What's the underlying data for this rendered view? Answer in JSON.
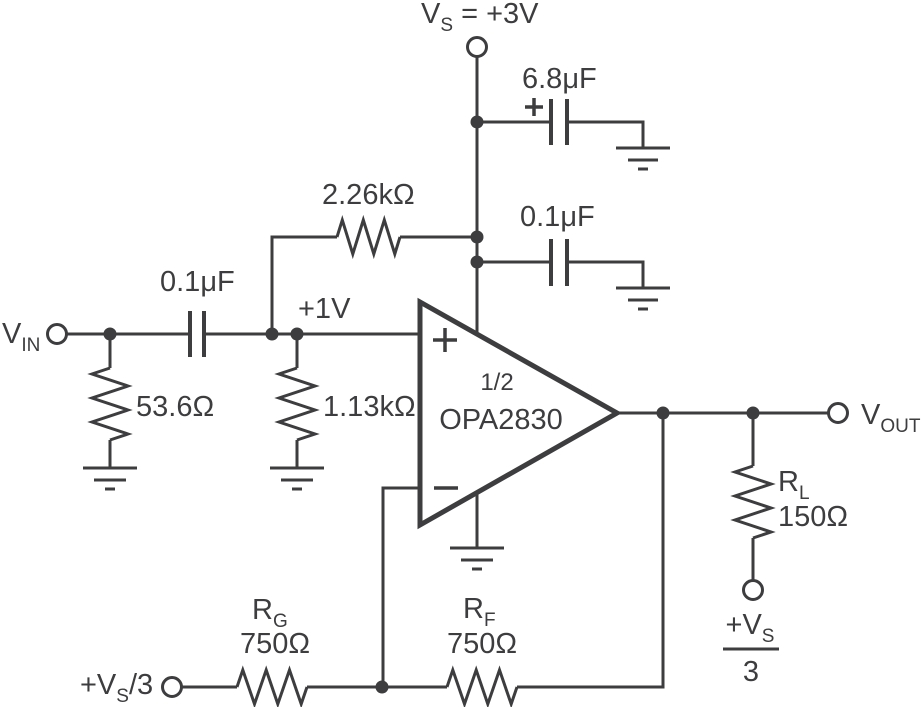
{
  "schematic": {
    "supply_label": {
      "pre": "V",
      "sub": "S",
      "post": " = +3V"
    },
    "capacitors": {
      "bulk_bypass": {
        "value": "6.8μF",
        "polarity_mark": "+"
      },
      "hf_bypass": {
        "value": "0.1μF"
      },
      "input_blocking": {
        "value": "0.1μF"
      }
    },
    "resistors": {
      "bias_upper": {
        "value": "2.26kΩ"
      },
      "input_termination": {
        "value": "53.6Ω"
      },
      "bias_lower": {
        "value": "1.13kΩ"
      },
      "gain": {
        "name_pre": "R",
        "name_sub": "G",
        "value": "750Ω"
      },
      "feedback": {
        "name_pre": "R",
        "name_sub": "F",
        "value": "750Ω"
      },
      "load": {
        "name_pre": "R",
        "name_sub": "L",
        "value": "150Ω"
      }
    },
    "opamp": {
      "designator": "1/2",
      "part_number": "OPA2830",
      "noninverting_mark": "+",
      "inverting_mark": "−"
    },
    "nodes": {
      "input": {
        "pre": "V",
        "sub": "IN"
      },
      "output": {
        "pre": "V",
        "sub": "OUT"
      },
      "bias_node": "+1V",
      "gain_reference": {
        "pre": "+V",
        "sub": "S",
        "post": "/3"
      },
      "load_reference": {
        "numerator_pre": "+V",
        "numerator_sub": "S",
        "denominator": "3"
      }
    },
    "colors": {
      "line": "#3d3d3f",
      "background": "#ffffff"
    }
  }
}
